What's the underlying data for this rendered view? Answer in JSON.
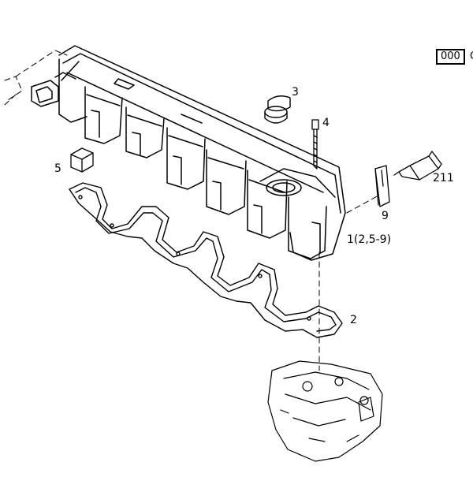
{
  "reference_box": "000",
  "reference_tail": "C",
  "callouts": {
    "p1": "1(2,5-9)",
    "p2": "2",
    "p3": "3",
    "p4": "4",
    "p5": "5",
    "p9": "9",
    "p211": "211"
  },
  "colors": {
    "line": "#000000",
    "background": "#ffffff"
  }
}
